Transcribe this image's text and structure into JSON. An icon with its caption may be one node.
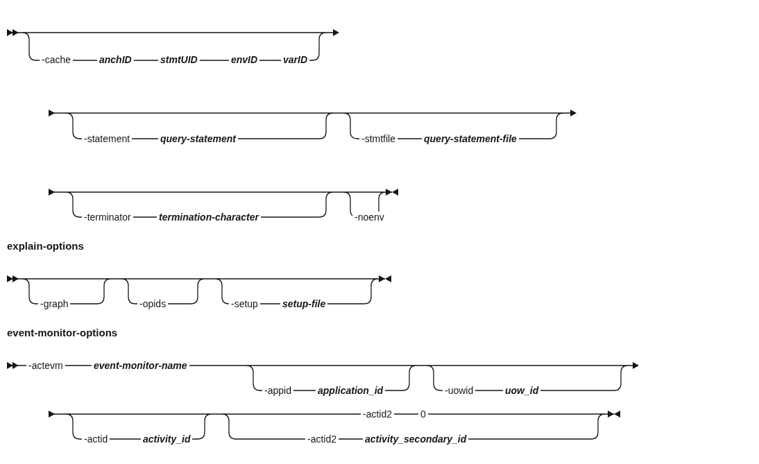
{
  "diagram": {
    "labels": [
      "-cache",
      "anchID",
      "stmtUID",
      "envID",
      "varID",
      "-statement",
      "query-statement",
      "-stmtfile",
      "query-statement-file",
      "-terminator",
      "termination-character",
      "-noenv",
      "explain-options",
      "-graph",
      "-opids",
      "-setup",
      "setup-file",
      "event-monitor-options",
      "-actevm",
      "event-monitor-name",
      "-appid",
      "application_id",
      "-uowid",
      "uow_id",
      "-actid2",
      "0",
      "-actid",
      "activity_id",
      "-actid2",
      "activity_secondary_id"
    ]
  }
}
